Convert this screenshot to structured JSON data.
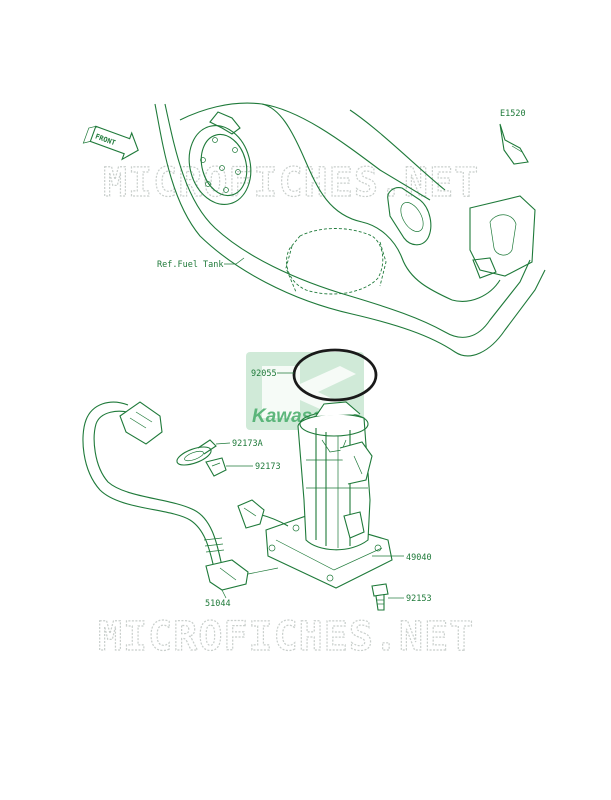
{
  "diagram": {
    "code": "E1520",
    "front_label": "FRONT",
    "ref_label": "Ref.Fuel Tank",
    "watermark": "MICROFICHES.NET",
    "logo_text": "Kawasaki",
    "colors": {
      "line": "#1f7a3a",
      "watermark": "#c9cfcc",
      "logo": "#a9d8b8"
    },
    "parts": [
      {
        "id": "92055"
      },
      {
        "id": "92173A"
      },
      {
        "id": "92173"
      },
      {
        "id": "49040"
      },
      {
        "id": "51044"
      },
      {
        "id": "92153"
      }
    ]
  }
}
